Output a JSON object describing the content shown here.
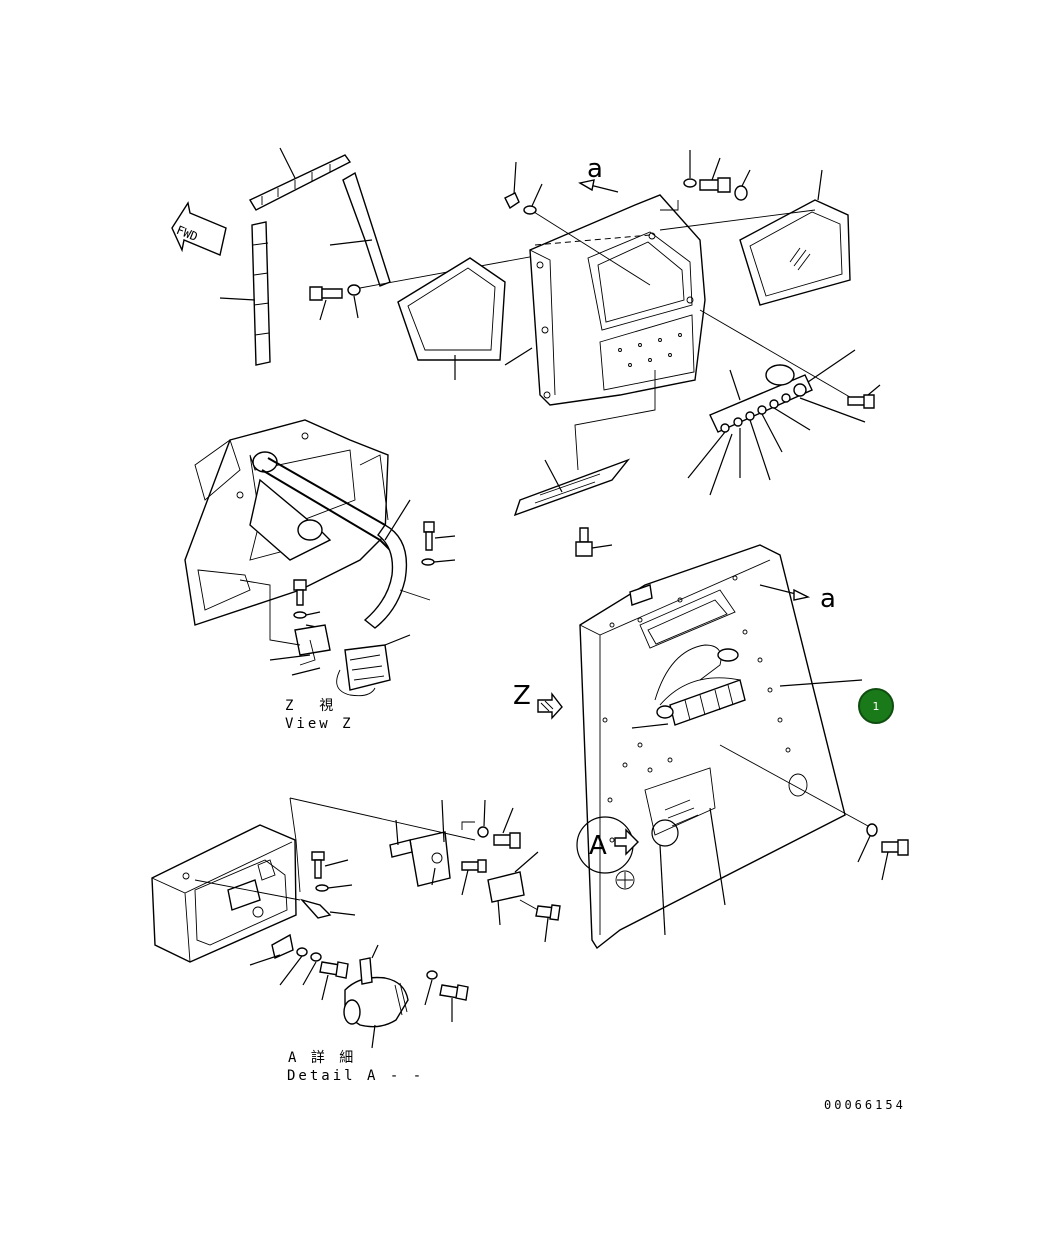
{
  "labels": {
    "arrow_a_top": "a",
    "arrow_a_right": "a",
    "arrow_z": "Z",
    "arrow_A": "A",
    "fwd": "FWD",
    "view_z_jp": "Z  視",
    "view_z_en": "View Z",
    "detail_a_jp": "A 詳 細",
    "detail_a_en": "Detail A - -",
    "drawing_number": "00066154",
    "callout_number": "1"
  },
  "colors": {
    "callout_fill": "#1a7a1a",
    "line": "#000000",
    "background": "#ffffff"
  }
}
